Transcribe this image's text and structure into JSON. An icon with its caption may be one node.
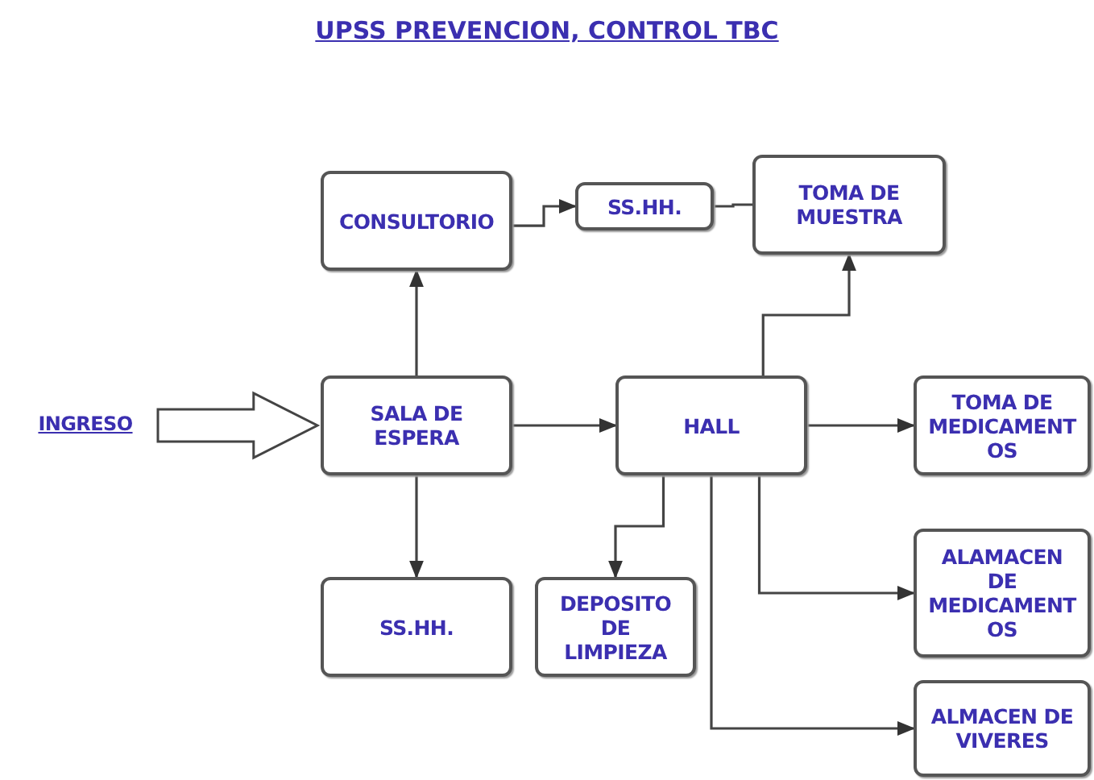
{
  "diagram": {
    "title": "UPSS PREVENCION, CONTROL TBC",
    "nodes": [
      {
        "text": [
          "INGRESO"
        ]
      },
      {
        "text": [
          "CONSULTORIO"
        ]
      },
      {
        "text": [
          "SS.HH."
        ]
      },
      {
        "text": [
          "TOMA DE MUESTRA"
        ]
      },
      {
        "text": [
          "SALA DE ESPERA"
        ]
      },
      {
        "text": [
          "HALL"
        ]
      },
      {
        "text": [
          "TOMA DE MEDICAMENTOS"
        ]
      },
      {
        "text": [
          "SS.HH."
        ]
      },
      {
        "text": [
          "DEPOSITO DE LIMPIEZA"
        ]
      },
      {
        "text": [
          "ALAMACEN DE MEDICAMENTOS"
        ]
      },
      {
        "text": [
          "ALMACEN DE VIVERES"
        ]
      }
    ],
    "edges": [
      {
        "from": 0,
        "to": 4,
        "arrow": "to",
        "style": "thick"
      },
      {
        "from": 4,
        "to": 1,
        "arrow": "to"
      },
      {
        "from": 1,
        "to": 2,
        "arrow": "to"
      },
      {
        "from": 2,
        "to": 3,
        "arrow": "none"
      },
      {
        "from": 4,
        "to": 5,
        "arrow": "to"
      },
      {
        "from": 4,
        "to": 7,
        "arrow": "to"
      },
      {
        "from": 5,
        "to": 3,
        "arrow": "to"
      },
      {
        "from": 5,
        "to": 6,
        "arrow": "to"
      },
      {
        "from": 5,
        "to": 8,
        "arrow": "to"
      },
      {
        "from": 5,
        "to": 9,
        "arrow": "to"
      },
      {
        "from": 5,
        "to": 10,
        "arrow": "to"
      }
    ]
  }
}
